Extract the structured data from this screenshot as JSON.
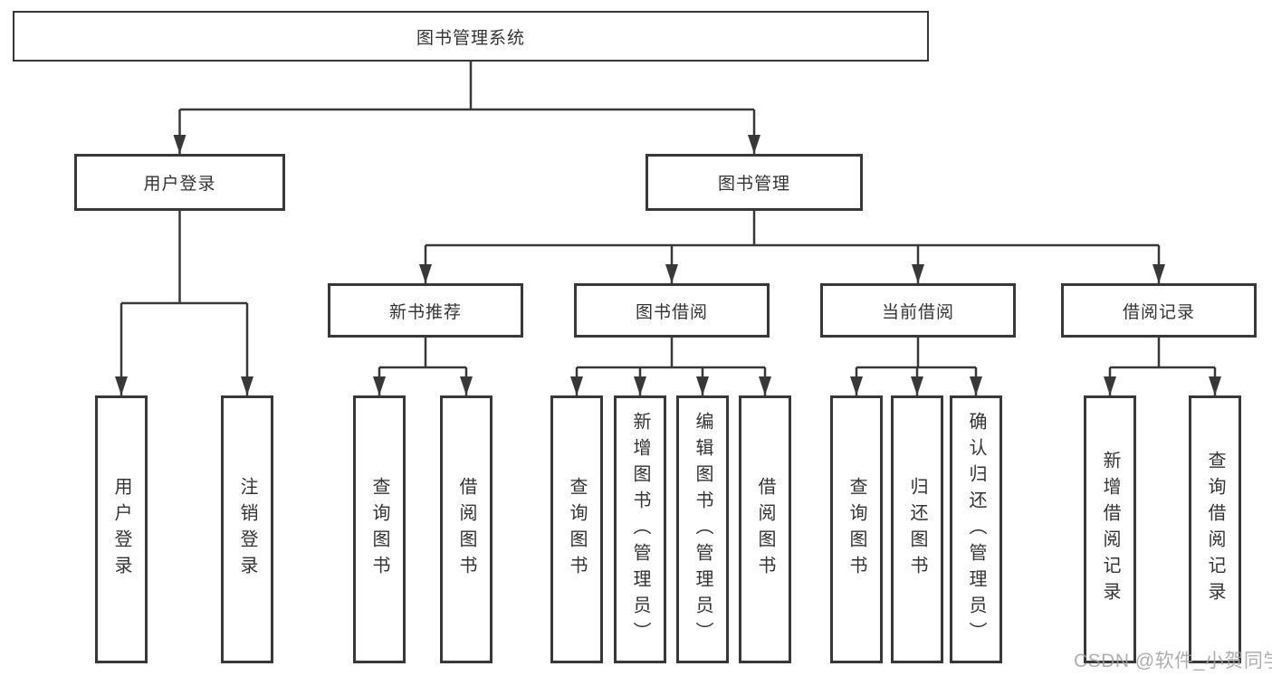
{
  "diagram_title": "图书管理系统",
  "colors": {
    "line": "#383838",
    "box_border": "#383838",
    "box_background": "#ffffff",
    "text": "#333333",
    "watermark_text": "#a0a0a0"
  },
  "nodes": {
    "root": {
      "label": "图书管理系统"
    },
    "level2": [
      {
        "label": "用户登录"
      },
      {
        "label": "图书管理"
      }
    ],
    "level3": [
      {
        "label": "新书推荐",
        "parent": "图书管理"
      },
      {
        "label": "图书借阅",
        "parent": "图书管理"
      },
      {
        "label": "当前借阅",
        "parent": "图书管理"
      },
      {
        "label": "借阅记录",
        "parent": "图书管理"
      }
    ],
    "leaves": [
      {
        "label": "用户登录",
        "parent": "用户登录"
      },
      {
        "label": "注销登录",
        "parent": "用户登录"
      },
      {
        "label": "查询图书",
        "parent": "新书推荐"
      },
      {
        "label": "借阅图书",
        "parent": "新书推荐"
      },
      {
        "label": "查询图书",
        "parent": "图书借阅"
      },
      {
        "label": "新增图书（管理员）",
        "parent": "图书借阅"
      },
      {
        "label": "编辑图书（管理员）",
        "parent": "图书借阅"
      },
      {
        "label": "借阅图书",
        "parent": "图书借阅"
      },
      {
        "label": "查询图书",
        "parent": "当前借阅"
      },
      {
        "label": "归还图书",
        "parent": "当前借阅"
      },
      {
        "label": "确认归还（管理员）",
        "parent": "当前借阅"
      },
      {
        "label": "新增借阅记录",
        "parent": "借阅记录"
      },
      {
        "label": "查询借阅记录",
        "parent": "借阅记录"
      }
    ]
  },
  "watermark": {
    "text": "CSDN @软件_小贺同学"
  }
}
